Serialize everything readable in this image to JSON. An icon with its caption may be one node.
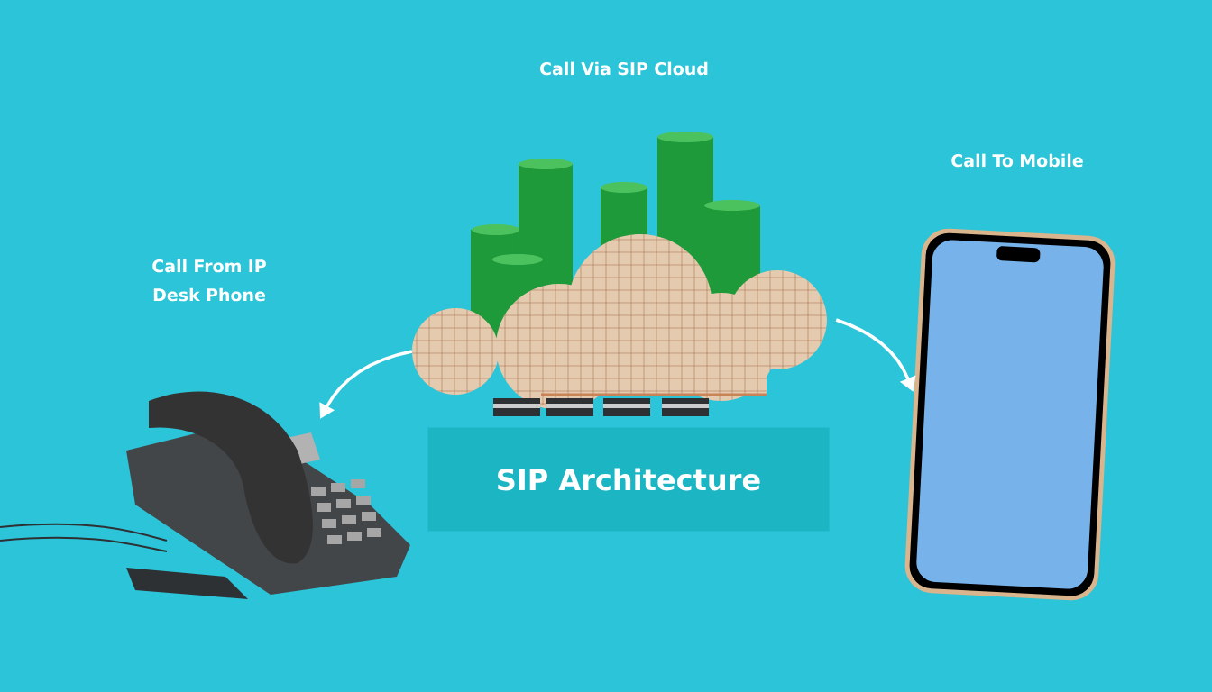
{
  "diagram": {
    "labels": [
      "Call Via SIP Cloud",
      "Call To Mobile",
      "Call From IP Desk Phone"
    ],
    "nodes": [
      {
        "text": [],
        "shape": "picture"
      },
      {
        "text": [],
        "shape": "picture"
      },
      {
        "text": [],
        "shape": "picture"
      },
      {
        "text": [
          "SIP Architecture"
        ]
      }
    ],
    "edges": [
      {
        "from": 0,
        "to": 2,
        "arrow": "to"
      },
      {
        "from": 0,
        "to": 1,
        "arrow": "to"
      }
    ]
  }
}
